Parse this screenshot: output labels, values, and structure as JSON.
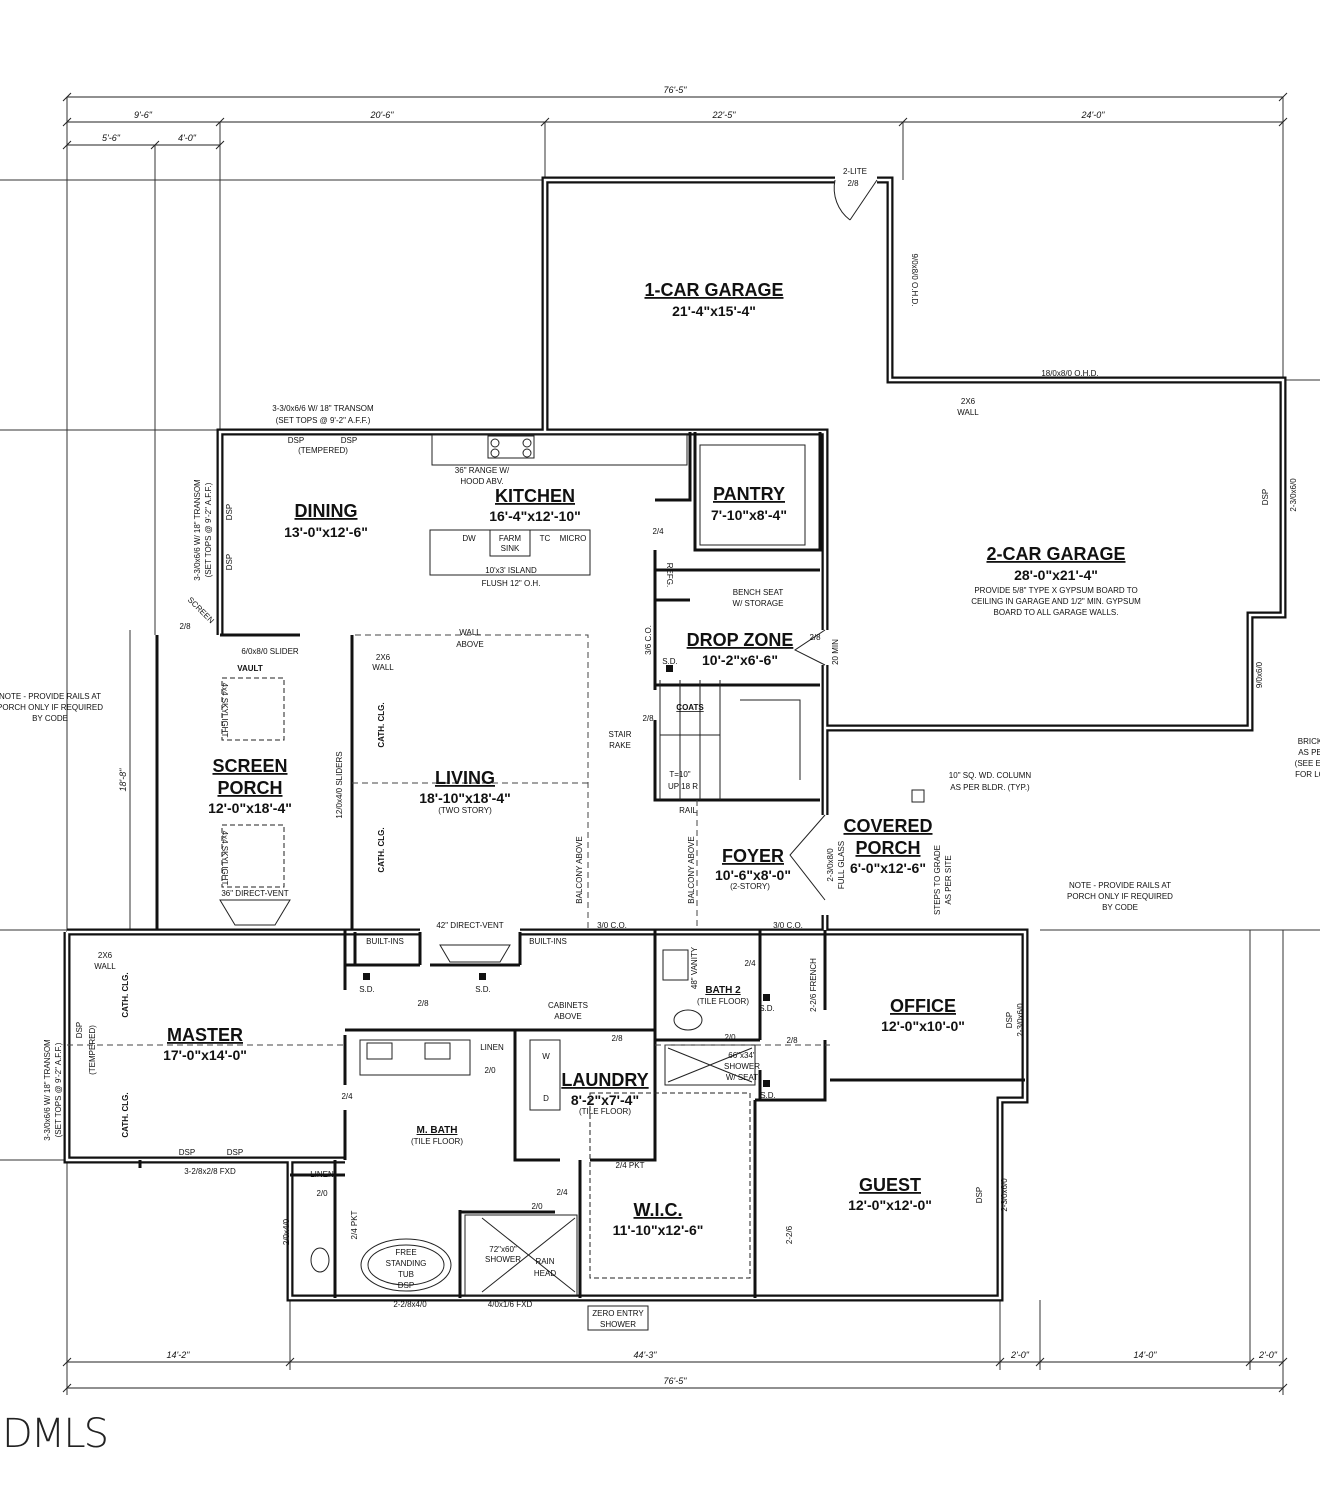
{
  "dimensions": {
    "top_overall": "76'-5\"",
    "top_row2": [
      "9'-6\"",
      "20'-6\"",
      "22'-5\"",
      "24'-0\""
    ],
    "top_row3": [
      "5'-6\"",
      "4'-0\""
    ],
    "bottom_row1": [
      "14'-2\"",
      "44'-3\"",
      "2'-0\"",
      "14'-0\"",
      "2'-0\""
    ],
    "bottom_overall": "76'-5\"",
    "screen_porch_height": "18'-8\""
  },
  "rooms": [
    {
      "name": "1-CAR GARAGE",
      "size": "21'-4\"x15'-4\""
    },
    {
      "name": "2-CAR GARAGE",
      "size": "28'-0\"x21'-4\"",
      "note": [
        "PROVIDE 5/8\" TYPE X GYPSUM BOARD TO",
        "CEILING IN GARAGE AND 1/2\" MIN. GYPSUM",
        "BOARD TO ALL GARAGE WALLS."
      ]
    },
    {
      "name": "DINING",
      "size": "13'-0\"x12'-6\""
    },
    {
      "name": "KITCHEN",
      "size": "16'-4\"x12'-10\""
    },
    {
      "name": "PANTRY",
      "size": "7'-10\"x8'-4\""
    },
    {
      "name": "DROP ZONE",
      "size": "10'-2\"x6'-6\""
    },
    {
      "name": "SCREEN",
      "name2": "PORCH",
      "size": "12'-0\"x18'-4\""
    },
    {
      "name": "LIVING",
      "size": "18'-10\"x18'-4\"",
      "note": "(TWO STORY)"
    },
    {
      "name": "FOYER",
      "size": "10'-6\"x8'-0\"",
      "note": "(2-STORY)"
    },
    {
      "name": "COVERED",
      "name2": "PORCH",
      "size": "6'-0\"x12'-6\""
    },
    {
      "name": "OFFICE",
      "size": "12'-0\"x10'-0\""
    },
    {
      "name": "MASTER",
      "size": "17'-0\"x14'-0\""
    },
    {
      "name": "M. BATH",
      "note": "(TILE FLOOR)"
    },
    {
      "name": "LAUNDRY",
      "size": "8'-2\"x7'-4\"",
      "note": "(TILE FLOOR)"
    },
    {
      "name": "BATH 2",
      "note": "(TILE FLOOR)"
    },
    {
      "name": "W.I.C.",
      "size": "11'-10\"x12'-6\""
    },
    {
      "name": "GUEST",
      "size": "12'-0\"x12'-0\""
    }
  ],
  "notes": [
    "2-LITE",
    "2/8",
    "9/0x8/0 O.H.D.",
    "18/0x8/0 O.H.D.",
    "2X6",
    "WALL",
    "DSP",
    "2-3/0x6/0",
    "9/0x6/0",
    "BRICK",
    "AS PE",
    "(SEE EL",
    "FOR LO",
    "3-3/0x6/6 W/ 18\" TRANSOM",
    "(SET TOPS @ 9'-2\" A.F.F.)",
    "DSP",
    "DSP",
    "(TEMPERED)",
    "36\" RANGE W/",
    "HOOD ABV.",
    "DW",
    "FARM",
    "SINK",
    "TC",
    "MICRO",
    "10'x3' ISLAND",
    "FLUSH 12\" O.H.",
    "2/4",
    "REFG.",
    "BENCH SEAT",
    "W/ STORAGE",
    "3/6 C.O.",
    "S.D.",
    "2/8",
    "20 MIN",
    "COATS",
    "2/8",
    "STAIR",
    "RAKE",
    "T=10\"",
    "UP 18 R",
    "RAIL",
    "WALL",
    "ABOVE",
    "2X6",
    "WALL",
    "6/0x8/0 SLIDER",
    "VAULT",
    "4x4 SKYLIGHT",
    "4x4 SKYLIGHT",
    "CATH. CLG.",
    "CATH. CLG.",
    "12/0x4/0 SLIDERS",
    "NOTE - PROVIDE RAILS AT",
    "PORCH ONLY IF REQUIRED",
    "BY CODE",
    "SCREEN",
    "2/8",
    "3-3/0x6/6 W/ 18\" TRANSOM",
    "(SET TOPS @ 9'-2\" A.F.F.)",
    "DSP",
    "DSP",
    "36\" DIRECT-VENT",
    "42\" DIRECT-VENT",
    "BALCONY ABOVE",
    "BALCONY ABOVE",
    "3/0 C.O.",
    "3/0 C.O.",
    "2-3/0x8/0",
    "FULL GLASS",
    "STEPS TO GRADE",
    "AS PER SITE",
    "10\" SQ. WD. COLUMN",
    "AS PER BLDR. (TYP.)",
    "NOTE - PROVIDE RAILS AT",
    "PORCH ONLY IF REQUIRED",
    "BY CODE",
    "BUILT-INS",
    "BUILT-INS",
    "S.D.",
    "S.D.",
    "2/8",
    "CABINETS",
    "ABOVE",
    "2/8",
    "LINEN",
    "2/0",
    "W",
    "D",
    "2/4 PKT",
    "48\" VANITY",
    "2/4",
    "S.D.",
    "2/0",
    "66\"x34\"",
    "SHOWER",
    "W/ SEAT",
    "2-2/6 FRENCH",
    "2/8",
    "S.D.",
    "DSP",
    "2-3/0x6/0",
    "2X6",
    "WALL",
    "CATH. CLG.",
    "CATH. CLG.",
    "3-3/0x6/6 W/ 18\" TRANSOM",
    "(SET TOPS @ 9'-2\" A.F.F.)",
    "DSP",
    "(TEMPERED)",
    "DSP",
    "DSP",
    "3-2/8x2/8 FXD",
    "2/4",
    "LINEN",
    "2/0",
    "2/4 PKT",
    "2/0x4/0",
    "FREE",
    "STANDING",
    "TUB",
    "DSP",
    "2-2/8x4/0",
    "4/0x1/6 FXD",
    "72\"x60\"",
    "SHOWER",
    "RAIN",
    "HEAD",
    "2/0",
    "2/4",
    "ZERO ENTRY",
    "SHOWER",
    "2-2/6",
    "DSP",
    "2-3/0x6/0"
  ],
  "logo": "DMLS",
  "colors": {
    "ink": "#111111",
    "background": "#ffffff"
  }
}
